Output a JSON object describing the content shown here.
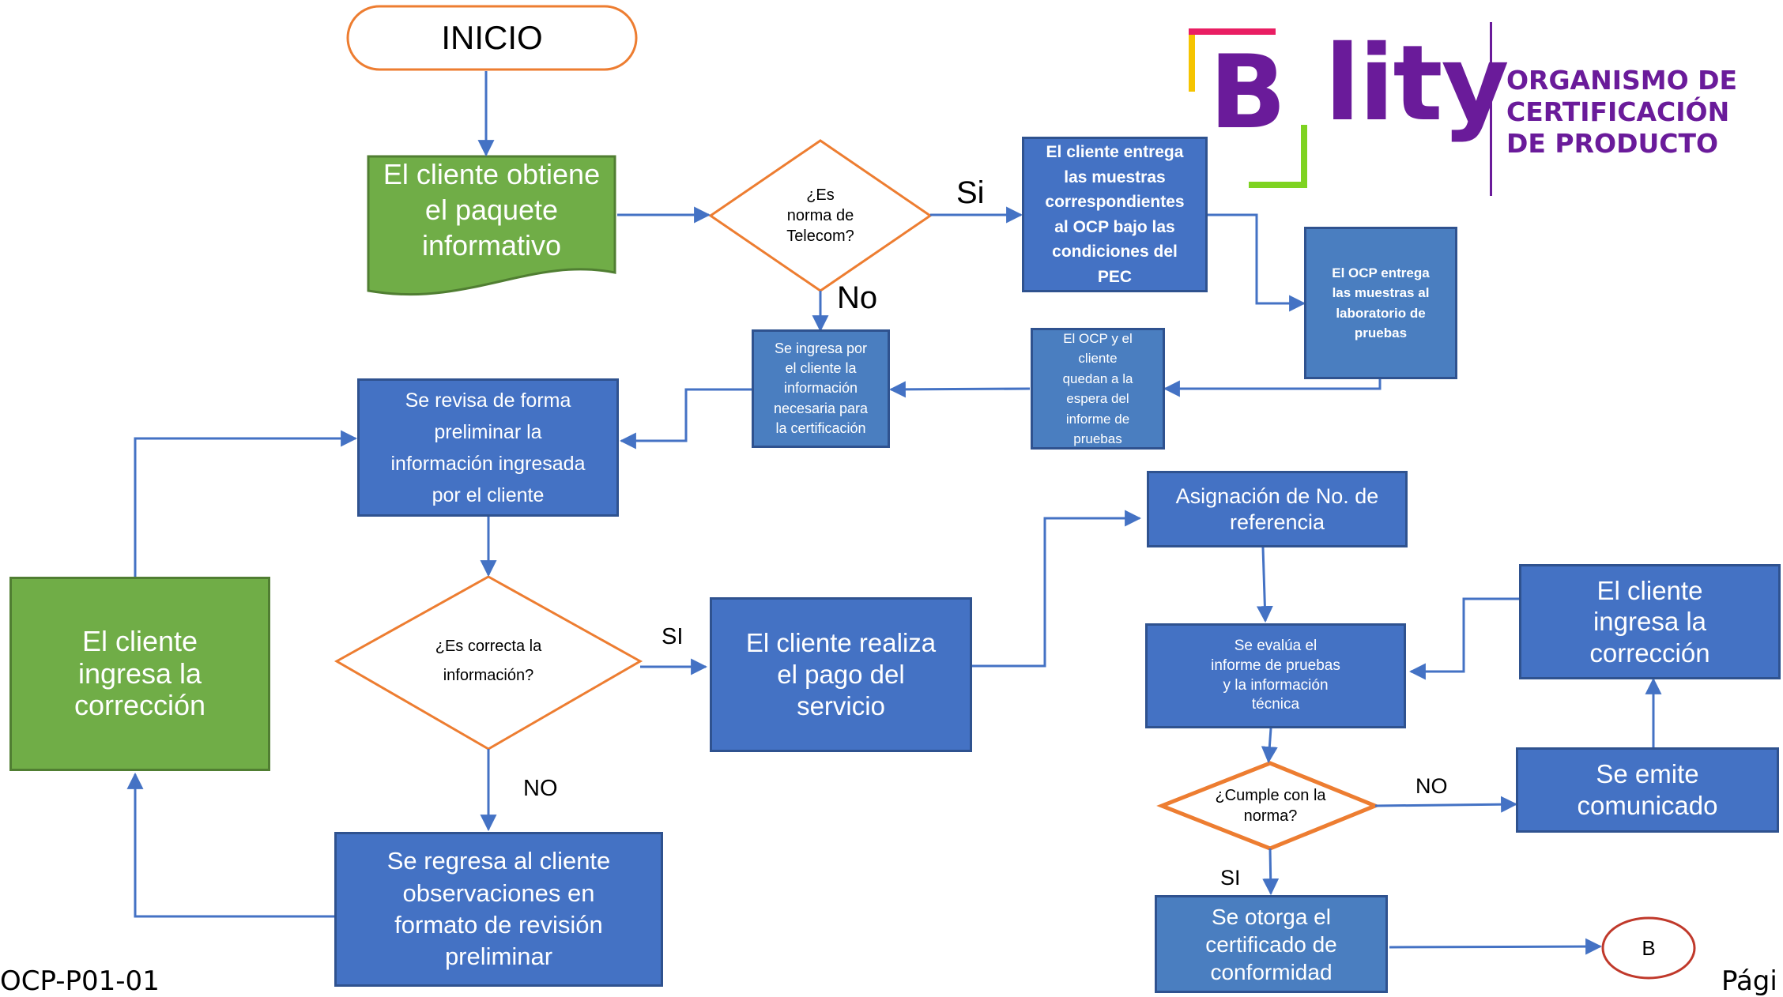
{
  "start": {
    "label": "INICIO"
  },
  "nodes": {
    "paquete": "El cliente obtiene\nel paquete\ninformativo",
    "decision_telecom": "¿Es\nnorma de\nTelecom?",
    "entrega_muestras": "El cliente entrega\nlas muestras\ncorrespondientes\nal OCP bajo las\ncondiciones del\nPEC",
    "ocp_entrega": "El OCP entrega\nlas muestras al\nlaboratorio de\npruebas",
    "espera": "El OCP y el\ncliente\nquedan a la\nespera del\ninforme de\npruebas",
    "ingresa_info": "Se ingresa por\nel cliente la\ninformación\nnecesaria para\nla certificación",
    "revisa": "Se revisa de forma\npreliminar la\ninformación ingresada\npor el cliente",
    "decision_correcta": "¿Es correcta la\ninformación?",
    "correccion_left": "El cliente\ningresa la\ncorrección",
    "regresa": "Se regresa al cliente\nobservaciones en\nformato  de revisión\npreliminar",
    "pago": "El cliente realiza\nel pago del\nservicio",
    "asignacion": "Asignación de No. de\nreferencia",
    "evalua": "Se evalúa el\ninforme de pruebas\ny la información\ntécnica",
    "decision_norma": "¿Cumple con la\nnorma?",
    "correccion_right": "El cliente\ningresa la\ncorrección",
    "comunicado": "Se emite\ncomunicado",
    "otorga": "Se otorga el\ncertificado de\nconformidad",
    "connector_b": "B"
  },
  "edge_labels": {
    "si_telecom": "Si",
    "no_telecom": "No",
    "si_correcta": "SI",
    "no_correcta": "NO",
    "no_norma": "NO",
    "si_norma": "SI"
  },
  "logo": {
    "brand_b": "B",
    "brand_rest": "lity",
    "line1": "ORGANISMO DE",
    "line2": "CERTIFICACIÓN",
    "line3": "DE PRODUCTO"
  },
  "footer": {
    "code": "OCP-P01-01",
    "page": "Pági"
  },
  "colors": {
    "process_blue": "#4472c4",
    "process_green": "#70ad47",
    "decision_orange": "#ed7d31",
    "arrow_blue": "#4472c4",
    "logo_purple": "#6a1b9a"
  }
}
